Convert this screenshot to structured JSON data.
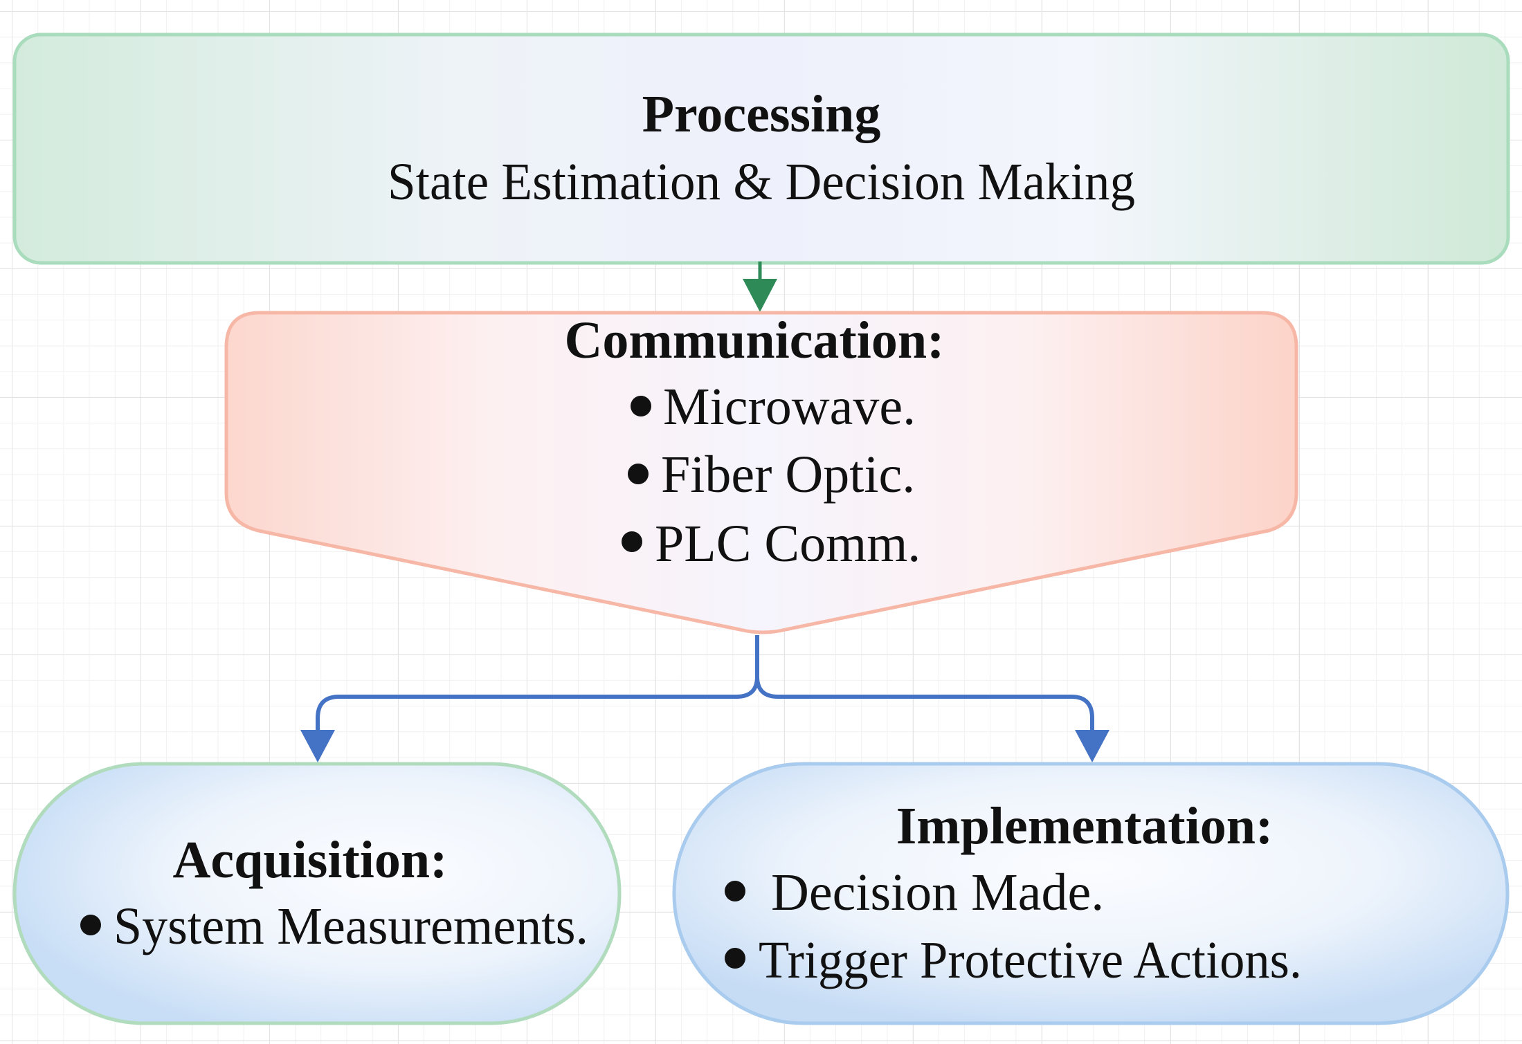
{
  "processing": {
    "title": "Processing",
    "subtitle": "State Estimation & Decision Making"
  },
  "communication": {
    "title": "Communication:",
    "items": [
      "Microwave.",
      "Fiber Optic.",
      "PLC Comm."
    ]
  },
  "acquisition": {
    "title": "Acquisition:",
    "items": [
      "System Measurements."
    ]
  },
  "implementation": {
    "title": "Implementation:",
    "items": [
      "Decision Made.",
      "Trigger Protective Actions."
    ]
  },
  "colors": {
    "processing_border": "#a9dcbc",
    "processing_fill": "#d6ecde",
    "communication_border": "#f7b7a6",
    "communication_fill": "#fcd5cb",
    "acquisition_border": "#b0dbbd",
    "implementation_border": "#a9cbee",
    "oval_fill": "#cfe2f6",
    "arrow_green": "#2e8b57",
    "arrow_blue": "#4472c4"
  }
}
